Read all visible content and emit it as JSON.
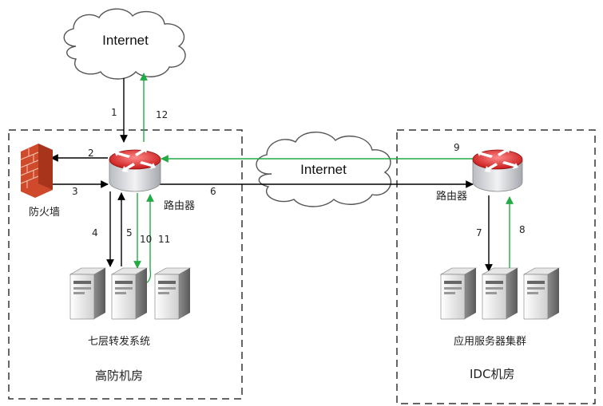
{
  "clouds": {
    "top": "Internet",
    "middle": "Internet"
  },
  "left_room": {
    "title": "高防机房",
    "firewall_label": "防火墙",
    "router_label": "路由器",
    "servers_label": "七层转发系统"
  },
  "right_room": {
    "title": "IDC机房",
    "router_label": "路由器",
    "servers_label": "应用服务器集群"
  },
  "steps": [
    "1",
    "2",
    "3",
    "4",
    "5",
    "6",
    "7",
    "8",
    "9",
    "10",
    "11",
    "12"
  ],
  "colors": {
    "request": "#000000",
    "response": "#22aa44",
    "border": "#333333"
  }
}
